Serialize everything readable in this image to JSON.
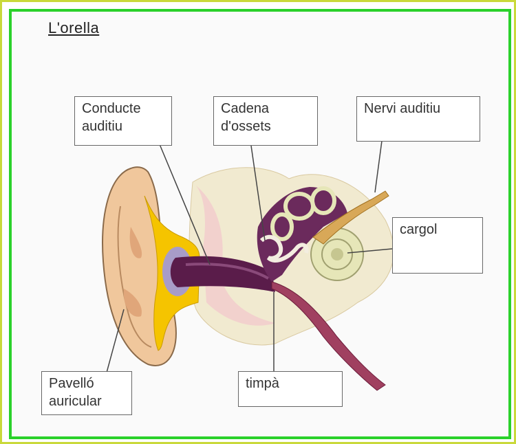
{
  "title": "L'orella",
  "labels": {
    "conducte": {
      "line1": "Conducte",
      "line2": "auditiu"
    },
    "cadena": {
      "line1": "Cadena",
      "line2": "d'ossets"
    },
    "nervi": {
      "line1": "Nervi auditiu"
    },
    "cargol": {
      "line1": "cargol"
    },
    "pavello": {
      "line1": "Pavelló",
      "line2": "auricular"
    },
    "timpa": {
      "line1": "timpà"
    }
  },
  "colors": {
    "frame_outer": "#c9d93a",
    "frame_inner": "#2ad12a",
    "pinna": "#f0c79c",
    "cartilage": "#f5c400",
    "canal": "#5a1c4a",
    "cochlea": "#e6e6b8",
    "labyrinth": "#6b2a5c"
  }
}
